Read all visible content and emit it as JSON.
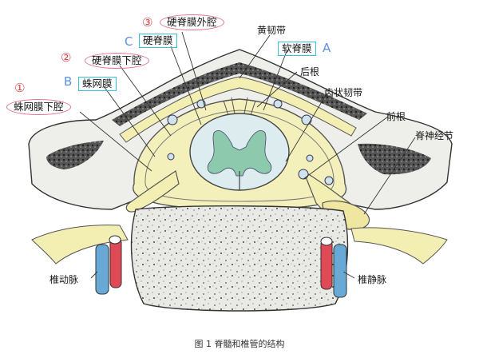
{
  "labels": {
    "epidural_space": "硬脊膜外腔",
    "dura_mater": "硬脊膜",
    "subdural_space": "硬脊膜下腔",
    "arachnoid": "蛛网膜",
    "subarachnoid_space": "蛛网膜下腔",
    "ligamentum_flavum": "黄韧带",
    "pia_mater": "软脊膜",
    "posterior_root": "后根",
    "denticulate_ligament": "齿状韧带",
    "anterior_root": "前根",
    "spinal_ganglion": "脊神经节",
    "vertebral_artery": "椎动脉",
    "vertebral_vein": "椎静脉"
  },
  "markers": {
    "m1": "①",
    "m2": "②",
    "m3": "③",
    "mA": "A",
    "mB": "B",
    "mC": "C"
  },
  "caption": "图 1 脊髓和椎管的结构",
  "colors": {
    "oval_border": "#e1709a",
    "box_border": "#36c3d8",
    "number_marker": "#d8464c",
    "letter_marker": "#5a92e0",
    "bone": "#eeeeea",
    "membrane": "#f3eeb2",
    "grey_matter": "#8cc9ad",
    "artery": "#e04a57",
    "vein": "#69a9d6"
  }
}
